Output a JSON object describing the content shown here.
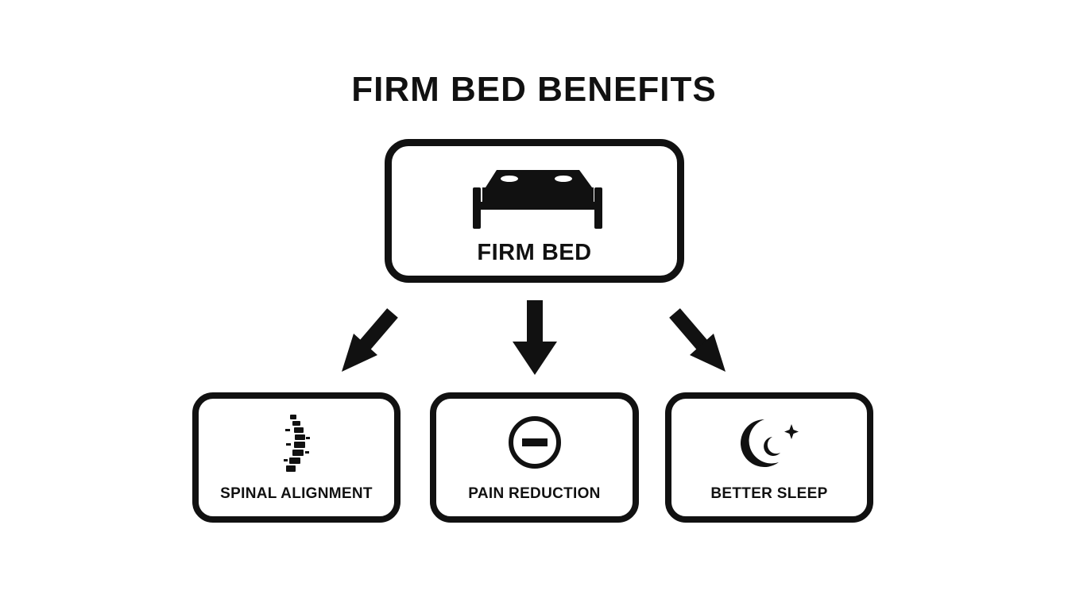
{
  "title": "FIRM BED BENEFITS",
  "root": {
    "label": "FIRM BED",
    "icon": "bed-icon"
  },
  "benefits": [
    {
      "label": "SPINAL ALIGNMENT",
      "icon": "spine-icon"
    },
    {
      "label": "PAIN REDUCTION",
      "icon": "minus-circle-icon"
    },
    {
      "label": "BETTER SLEEP",
      "icon": "moon-star-icon"
    }
  ],
  "colors": {
    "stroke": "#111111",
    "background": "#ffffff"
  }
}
